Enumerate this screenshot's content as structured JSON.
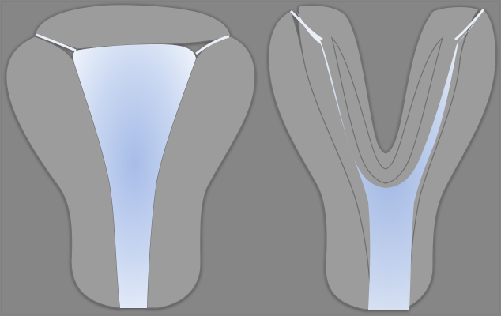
{
  "colors": {
    "background": "#868686",
    "wall_fill": "#9c9c9c",
    "wall_stroke": "#6f6f6f",
    "cavity_light": "#eef3fb",
    "cavity_mid": "#c9d8f1",
    "cavity_dark": "#9fb6e6",
    "border_frame": "#ffffff"
  },
  "figures": [
    {
      "id": "left-uterus",
      "description_key": "single-cavity"
    },
    {
      "id": "right-uterus",
      "description_key": "septate-cavity"
    }
  ]
}
